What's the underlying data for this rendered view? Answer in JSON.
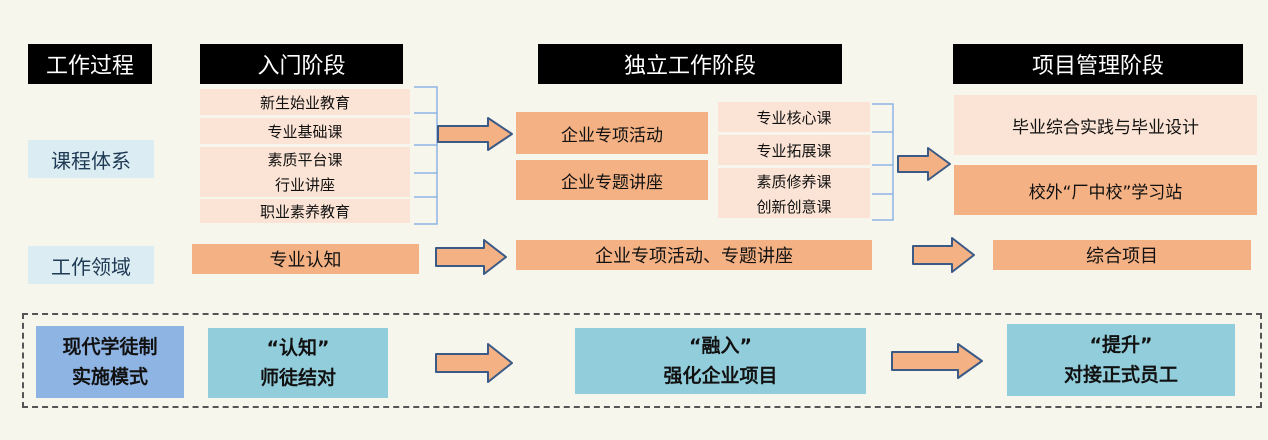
{
  "headers": {
    "process": "工作过程",
    "stage1": "入门阶段",
    "stage2": "独立工作阶段",
    "stage3": "项目管理阶段"
  },
  "row_labels": {
    "curriculum": "课程体系",
    "work_field": "工作领域"
  },
  "stage1_courses": [
    "新生始业教育",
    "专业基础课",
    "素质平台课",
    "行业讲座",
    "职业素养教育"
  ],
  "stage2_activities": [
    "企业专项活动",
    "企业专题讲座"
  ],
  "stage2_courses": [
    "专业核心课",
    "专业拓展课",
    "素质修养课",
    "创新创意课"
  ],
  "stage3_items": [
    "毕业综合实践与毕业设计",
    "校外“厂中校”学习站"
  ],
  "work_fields": [
    "专业认知",
    "企业专项活动、专题讲座",
    "综合项目"
  ],
  "apprenticeship": {
    "label_line1": "现代学徒制",
    "label_line2": "实施模式",
    "phase1_title": "“认知”",
    "phase1_desc": "师徒结对",
    "phase2_title": "“融入”",
    "phase2_desc": "强化企业项目",
    "phase3_title": "“提升”",
    "phase3_desc": "对接正式员工"
  },
  "colors": {
    "header_bg": "#000000",
    "label_bg": "#dcecf3",
    "light_orange": "#fbe4d5",
    "orange": "#f4b183",
    "cyan": "#92cddc",
    "blue": "#8eb4e3",
    "arrow_stroke": "#3b5a86"
  }
}
